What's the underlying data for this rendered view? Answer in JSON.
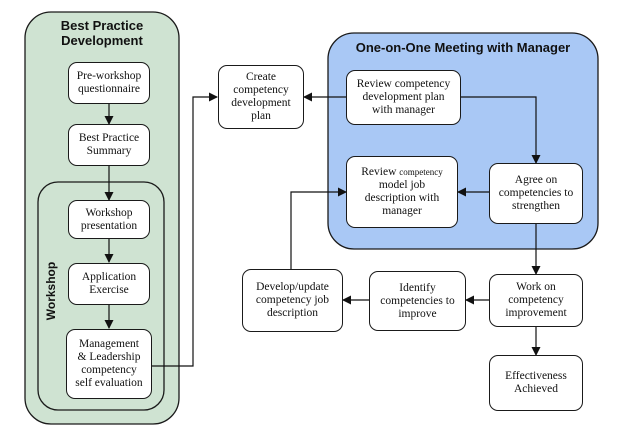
{
  "colors": {
    "practice_group_fill": "#cfe3d2",
    "meeting_group_fill": "#a9c8f5",
    "box_fill": "#ffffff",
    "stroke": "#1a1a1a"
  },
  "groups": {
    "best_practice": {
      "title": "Best Practice\nDevelopment"
    },
    "workshop": {
      "title": "Workshop"
    },
    "meeting": {
      "title": "One-on-One Meeting with Manager"
    }
  },
  "nodes": {
    "pre_workshop": "Pre-workshop\nquestionnaire",
    "summary": "Best Practice\nSummary",
    "presentation": "Workshop\npresentation",
    "application": "Application\nExercise",
    "self_eval": "Management\n& Leadership\ncompetency\nself evaluation",
    "create_plan": "Create\ncompetency\ndevelopment\nplan",
    "review_plan": "Review competency\ndevelopment plan\nwith manager",
    "review_model_prefix": "Review",
    "review_model_small": "competency",
    "review_model_rest": "model job\ndescription with\nmanager",
    "agree": "Agree on\ncompetencies to\nstrengthen",
    "work_on": "Work on\ncompetency\nimprovement",
    "identify": "Identify\ncompetencies to\nimprove",
    "develop_update": "Develop/update\ncompetency job\ndescription",
    "effectiveness": "Effectiveness\nAchieved"
  }
}
